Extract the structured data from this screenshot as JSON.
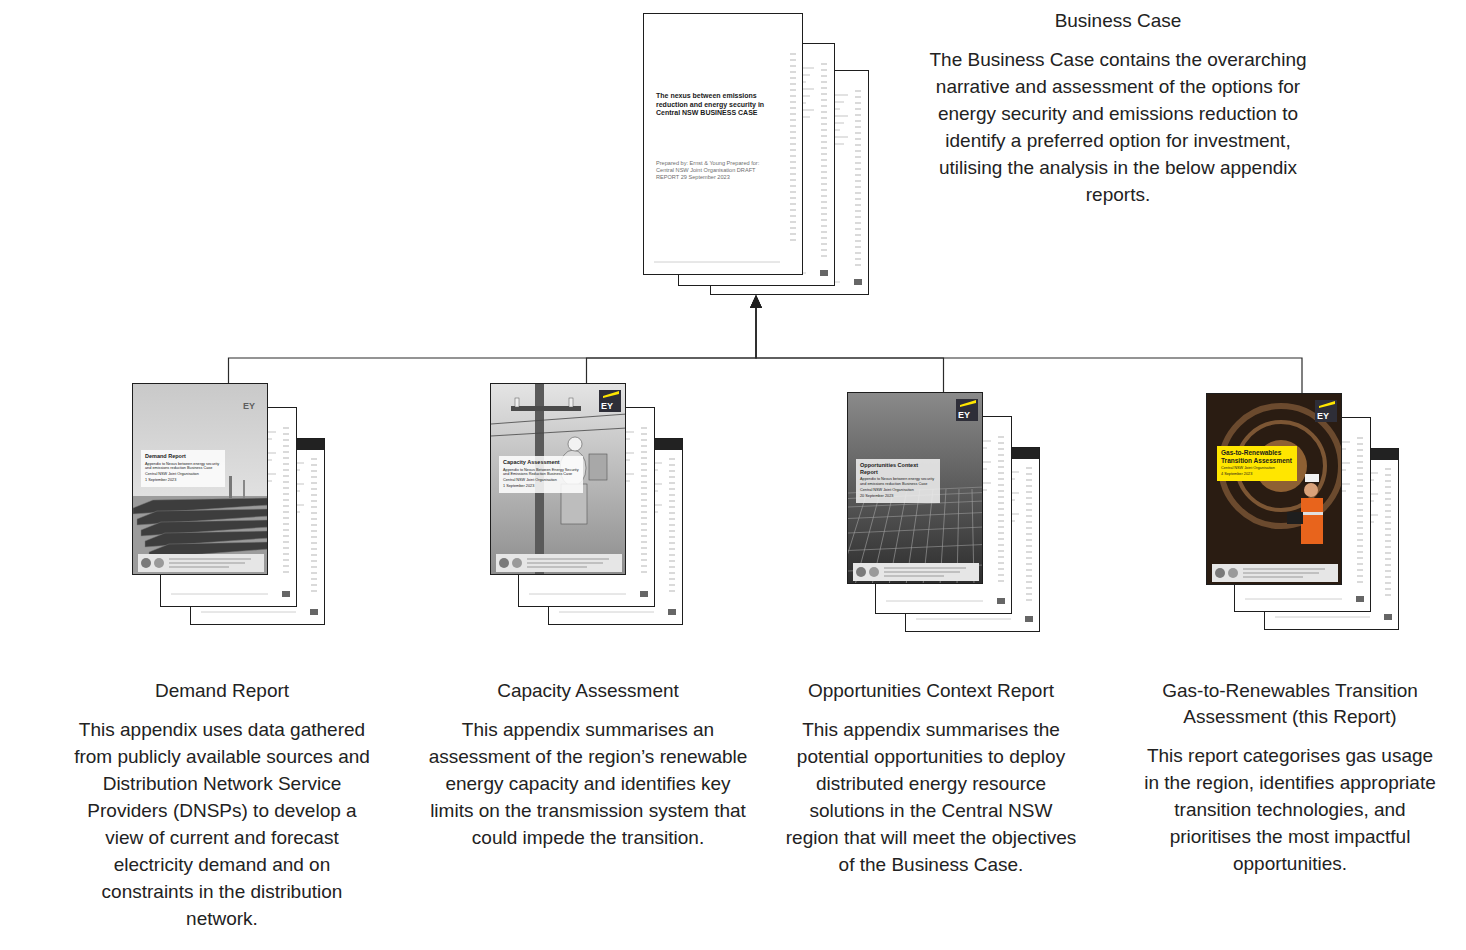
{
  "diagram": {
    "nodes": [
      {
        "text": [
          "The nexus between emissions reduction and energy security in Central NSW BUSINESS CASE",
          "Prepared by: Ernst & Young Prepared for: Central NSW Joint Organisation DRAFT REPORT 29 September 2023",
          "Business Case",
          "The Business Case contains the overarching narrative and assessment of the options for energy security and emissions reduction to identify a preferred option for investment, utilising the analysis in the below appendix reports."
        ]
      },
      {
        "text": [
          "Demand Report",
          "Appendix to Nexus between energy security and emissions reduction Business Case",
          "Central NSW Joint Organisation",
          "1 September 2023",
          "EY",
          "Demand Report",
          "This appendix uses data gathered from publicly available sources and Distribution Network Service Providers (DNSPs) to develop a view of current and forecast electricity demand and on constraints in the distribution network."
        ]
      },
      {
        "text": [
          "Capacity Assessment",
          "Appendix to Nexus Between Energy Security and Emissions Reduction Business Case",
          "Central NSW Joint Organisation",
          "1 September 2023",
          "EY",
          "Capacity Assessment",
          "This appendix summarises an assessment of the region’s renewable energy capacity and identifies key limits on the transmission system that could impede the transition."
        ]
      },
      {
        "text": [
          "Opportunities Context Report",
          "Appendix to Nexus between energy security and emissions reduction Business Case",
          "Central NSW Joint Organisation",
          "20 September 2023",
          "EY",
          "Opportunities Context Report",
          "This appendix summarises the potential opportunities to deploy distributed energy resource solutions in the Central NSW region that will meet the objectives of the Business Case."
        ]
      },
      {
        "text": [
          "Gas-to-Renewables Transition Assessment",
          "Central NSW Joint Organisation",
          "4 September 2023",
          "EY",
          "Gas-to-Renewables Transition Assessment (this Report)",
          "This report categorises gas usage in the region, identifies appropriate transition technologies, and prioritises the most impactful opportunities."
        ]
      }
    ],
    "edges": [
      {
        "from": 1,
        "to": 0,
        "arrow": "to"
      },
      {
        "from": 2,
        "to": 0,
        "arrow": "to"
      },
      {
        "from": 3,
        "to": 0,
        "arrow": "to"
      },
      {
        "from": 4,
        "to": 0,
        "arrow": "to"
      }
    ]
  }
}
